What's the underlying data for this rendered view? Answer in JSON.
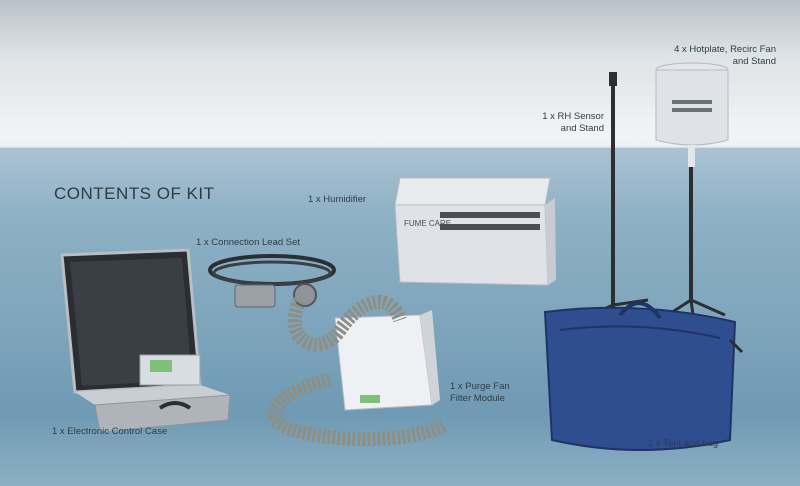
{
  "heading": "CONTENTS OF KIT",
  "labels": {
    "humidifier": "1 x Humidifier",
    "connection_lead": "1 x Connection Lead Set",
    "rh_sensor_line1": "1 x RH Sensor",
    "rh_sensor_line2": "and Stand",
    "hotplate_line1": "4 x Hotplate, Recirc Fan",
    "hotplate_line2": "and Stand",
    "purge_fan_line1": "1 x Purge Fan",
    "purge_fan_line2": "Filter Module",
    "control_case": "1 x Electronic Control Case",
    "tent_bag": "1 x Tent and bag"
  },
  "brand": "FUME CARE"
}
